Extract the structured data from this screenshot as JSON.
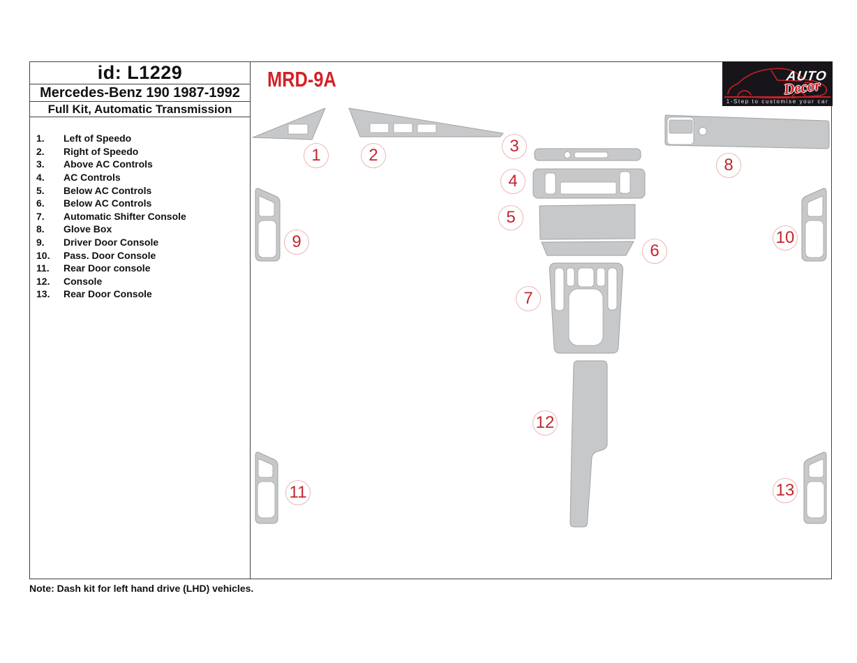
{
  "header": {
    "id_line": "id: L1229",
    "vehicle": "Mercedes-Benz 190 1987-1992",
    "kit": "Full Kit, Automatic Transmission"
  },
  "kit_code": "MRD-9A",
  "note": "Note: Dash kit for left hand drive (LHD)  vehicles.",
  "parts": [
    {
      "num": "1.",
      "label": "Left of Speedo"
    },
    {
      "num": "2.",
      "label": "Right of Speedo"
    },
    {
      "num": "3.",
      "label": "Above AC Controls"
    },
    {
      "num": "4.",
      "label": "AC Controls"
    },
    {
      "num": "5.",
      "label": "Below AC Controls"
    },
    {
      "num": "6.",
      "label": "Below AC Controls"
    },
    {
      "num": "7.",
      "label": "Automatic Shifter Console"
    },
    {
      "num": "8.",
      "label": "Glove Box"
    },
    {
      "num": "9.",
      "label": "Driver Door Console"
    },
    {
      "num": "10.",
      "label": "Pass. Door Console"
    },
    {
      "num": "11.",
      "label": "Rear Door console"
    },
    {
      "num": "12.",
      "label": "Console"
    },
    {
      "num": "13.",
      "label": "Rear Door Console"
    }
  ],
  "callouts": [
    "1",
    "2",
    "3",
    "4",
    "5",
    "6",
    "7",
    "8",
    "9",
    "10",
    "11",
    "12",
    "13"
  ],
  "logo": {
    "brand_top": "AUTO",
    "brand_script": "Decor",
    "tagline": "1-Step to customise your car"
  },
  "colors": {
    "accent_red": "#d32127",
    "part_fill": "#c7c8ca",
    "callout_red": "#c2272d",
    "logo_background": "#17151a"
  }
}
